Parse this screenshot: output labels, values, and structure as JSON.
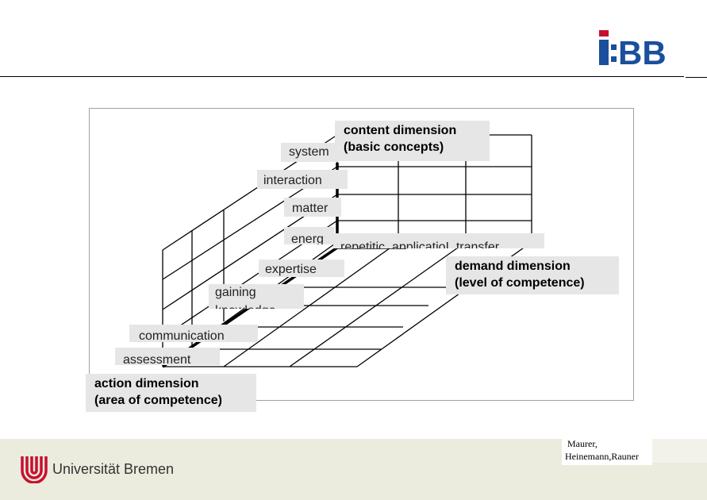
{
  "header": {
    "logo_text": "I:BB",
    "logo_color": "#1a4f9c"
  },
  "figure": {
    "content_dimension": {
      "title": "content dimension",
      "subtitle": "(basic concepts)"
    },
    "content_items": [
      "system",
      "interaction",
      "matter",
      "energ"
    ],
    "demand_items_text": "repetitic. applicatioI. transfer",
    "demand_dimension": {
      "title": "demand dimension",
      "subtitle": "(level of competence)"
    },
    "action_items": [
      "expertise",
      "gaining",
      "knowledge",
      "communication",
      "assessment"
    ],
    "action_dimension": {
      "title": "action dimension",
      "subtitle": "(area of competence)"
    }
  },
  "credits": {
    "line1": "Maurer,",
    "line2": "Heinemann,Rauner"
  },
  "footer": {
    "university": "Universität Bremen",
    "logo_color": "#c8102e"
  }
}
